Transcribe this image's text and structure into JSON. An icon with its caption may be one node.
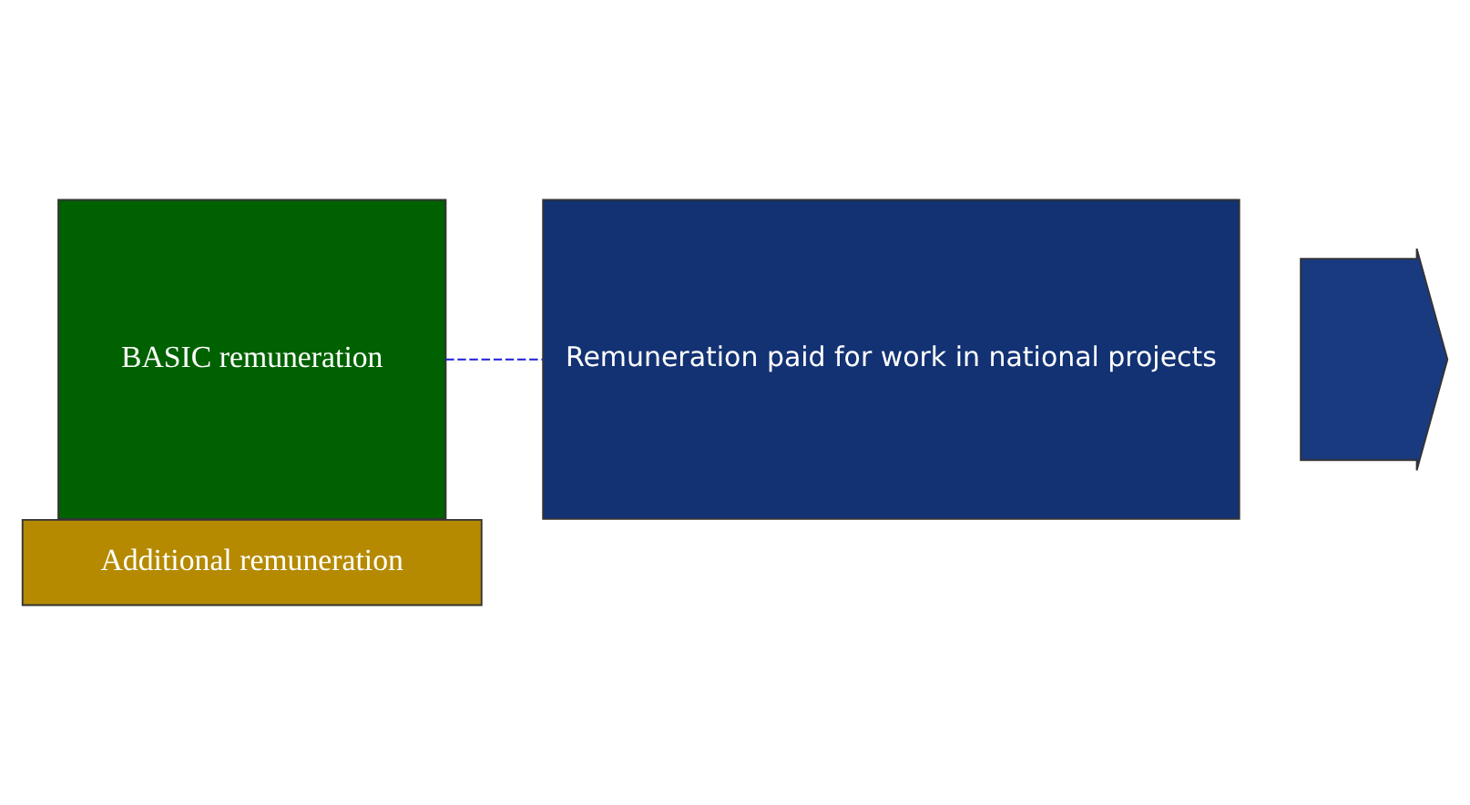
{
  "diagram": {
    "nodes": [
      {
        "text": [
          "Additional remuneration"
        ]
      },
      {
        "text": [
          "BASIC remuneration"
        ]
      },
      {
        "text": [
          "Remuneration paid for work in national projects"
        ]
      },
      {
        "text": [],
        "shape": "arrow"
      }
    ],
    "edges": [
      {
        "from": 1,
        "to": 2,
        "arrow": "none",
        "style": "dashed"
      }
    ]
  }
}
